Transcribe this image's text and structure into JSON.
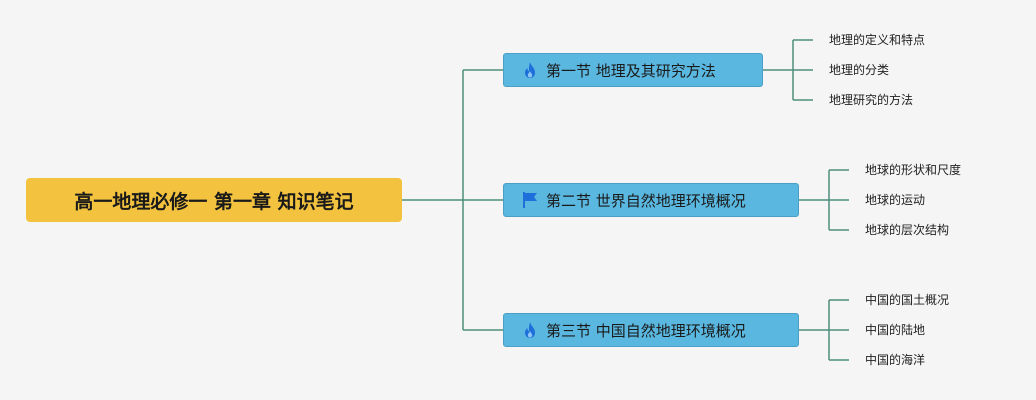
{
  "root": {
    "label": "高一地理必修一 第一章 知识笔记"
  },
  "line_color": "#4e8f7d",
  "sections": [
    {
      "label": "第一节 地理及其研究方法",
      "icon": "fire-icon",
      "items": [
        "地理的定义和特点",
        "地理的分类",
        "地理研究的方法"
      ]
    },
    {
      "label": "第二节 世界自然地理环境概况",
      "icon": "flag-icon",
      "items": [
        "地球的形状和尺度",
        "地球的运动",
        "地球的层次结构"
      ]
    },
    {
      "label": "第三节 中国自然地理环境概况",
      "icon": "fire-icon",
      "items": [
        "中国的国土概况",
        "中国的陆地",
        "中国的海洋"
      ]
    }
  ]
}
